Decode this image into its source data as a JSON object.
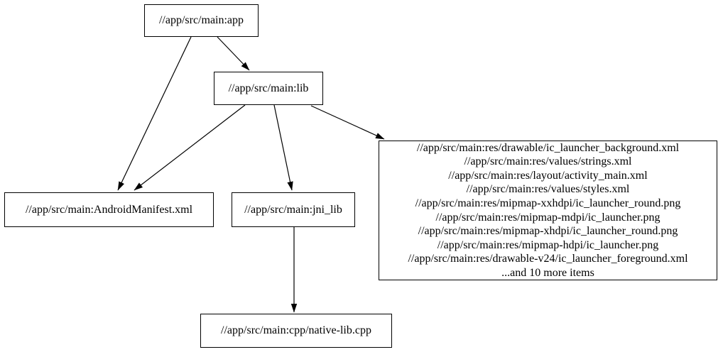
{
  "graph": {
    "type": "directed-dependency-graph",
    "background_color": "#ffffff",
    "node_border_color": "#000000",
    "node_fill_color": "#ffffff",
    "edge_color": "#000000",
    "text_color": "#000000",
    "nodes": {
      "app": {
        "label": "//app/src/main:app"
      },
      "lib": {
        "label": "//app/src/main:lib"
      },
      "manifest": {
        "label": "//app/src/main:AndroidManifest.xml"
      },
      "jni_lib": {
        "label": "//app/src/main:jni_lib"
      },
      "res_group": {
        "lines": [
          "//app/src/main:res/drawable/ic_launcher_background.xml",
          "//app/src/main:res/values/strings.xml",
          "//app/src/main:res/layout/activity_main.xml",
          "//app/src/main:res/values/styles.xml",
          "//app/src/main:res/mipmap-xxhdpi/ic_launcher_round.png",
          "//app/src/main:res/mipmap-mdpi/ic_launcher.png",
          "//app/src/main:res/mipmap-xhdpi/ic_launcher_round.png",
          "//app/src/main:res/mipmap-hdpi/ic_launcher.png",
          "//app/src/main:res/drawable-v24/ic_launcher_foreground.xml",
          "...and 10 more items"
        ]
      },
      "native_cpp": {
        "label": "//app/src/main:cpp/native-lib.cpp"
      }
    },
    "edges": [
      {
        "from": "app",
        "to": "manifest"
      },
      {
        "from": "app",
        "to": "lib"
      },
      {
        "from": "lib",
        "to": "manifest"
      },
      {
        "from": "lib",
        "to": "jni_lib"
      },
      {
        "from": "lib",
        "to": "res_group"
      },
      {
        "from": "jni_lib",
        "to": "native_cpp"
      }
    ]
  }
}
